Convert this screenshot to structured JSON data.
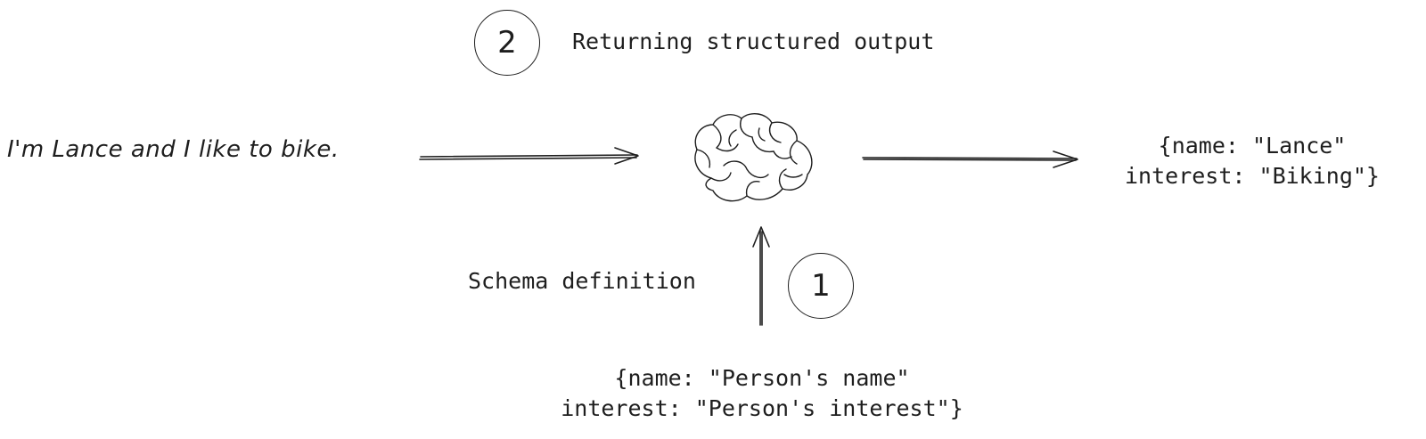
{
  "step2": {
    "number": "2",
    "label": "Returning structured output"
  },
  "step1": {
    "number": "1",
    "label": "Schema definition"
  },
  "input": {
    "text": "I'm Lance and I like to bike."
  },
  "output": {
    "line1": "{name: \"Lance\"",
    "line2": "interest: \"Biking\"}"
  },
  "schema": {
    "line1": "{name: \"Person's name\"",
    "line2": "interest: \"Person's interest\"}"
  },
  "icons": {
    "center": "brain-icon"
  },
  "colors": {
    "stroke": "#1e1e1e",
    "background": "#ffffff"
  }
}
